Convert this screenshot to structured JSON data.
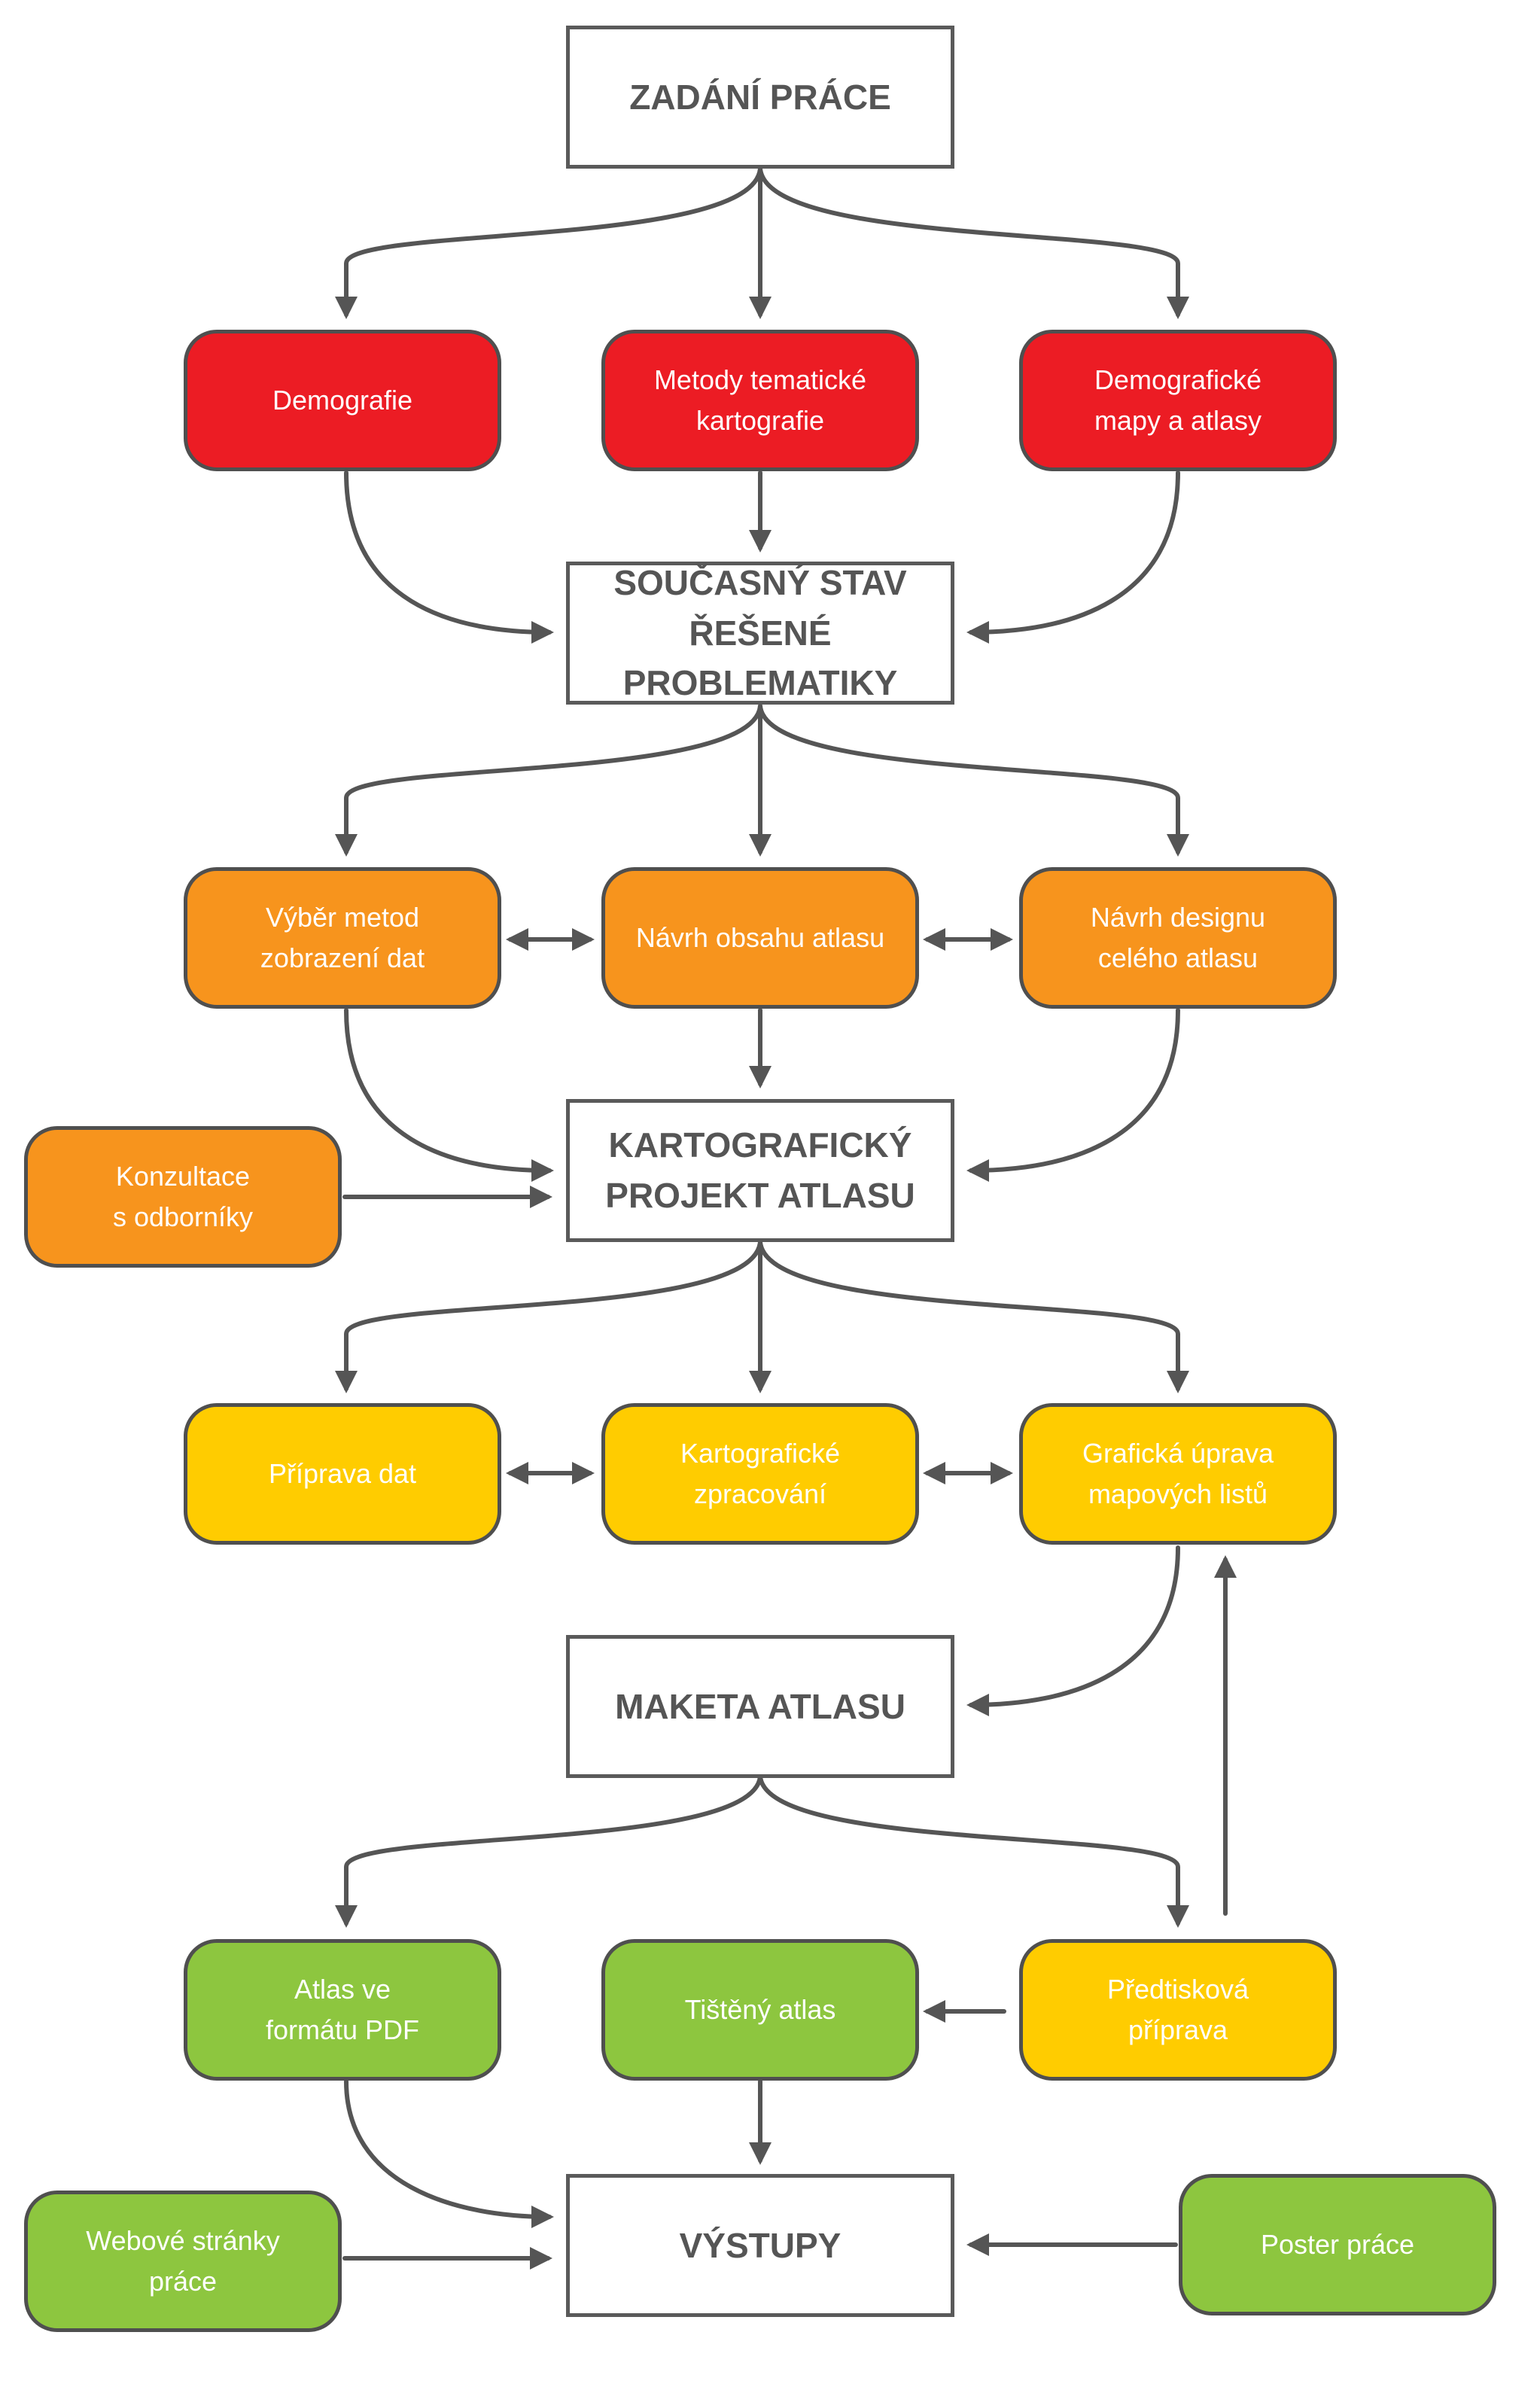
{
  "main_boxes": {
    "zadani": "ZADÁNÍ PRÁCE",
    "soucasny": "SOUČASNÝ STAV\nŘEŠENÉ PROBLEMATIKY",
    "projekt": "KARTOGRAFICKÝ\nPROJEKT ATLASU",
    "maketa": "MAKETA ATLASU",
    "vystupy": "VÝSTUPY"
  },
  "nodes": {
    "demografie": "Demografie",
    "metody": "Metody tematické\nkartografie",
    "demomapy": "Demografické\nmapy a atlasy",
    "vyber": "Výběr metod\nzobrazení dat",
    "navrh_obsahu": "Návrh obsahu atlasu",
    "navrh_designu": "Návrh designu\ncelého atlasu",
    "konzultace": "Konzultace\ns odborníky",
    "priprava": "Příprava dat",
    "kartozprac": "Kartografické\nzpracování",
    "graficka": "Grafická úprava\nmapových listů",
    "pdf": "Atlas ve\nformátu PDF",
    "tisteny": "Tištěný atlas",
    "predtisk": "Předtisková\npříprava",
    "web": "Webové stránky\npráce",
    "poster": "Poster práce"
  },
  "colors": {
    "red": "#ec1c24",
    "orange": "#f7941d",
    "yellow": "#ffcc00",
    "green": "#8dc63f",
    "arrow": "#555555",
    "border": "#5a5a5a"
  }
}
